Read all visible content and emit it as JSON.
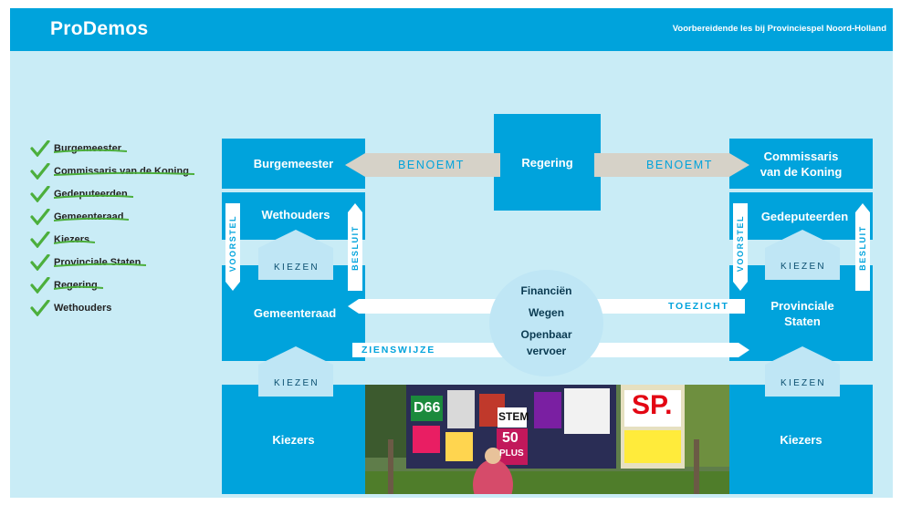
{
  "header": {
    "logo": "ProDemos",
    "subtitle": "Voorbereidende les bij Provinciespel Noord-Holland"
  },
  "checklist": [
    {
      "label": "Burgemeester",
      "checked": true,
      "struck": true
    },
    {
      "label": "Commissaris van de Koning",
      "checked": true,
      "struck": true
    },
    {
      "label": "Gedeputeerden",
      "checked": true,
      "struck": true
    },
    {
      "label": "Gemeenteraad",
      "checked": true,
      "struck": true
    },
    {
      "label": "Kiezers",
      "checked": true,
      "struck": true
    },
    {
      "label": "Provinciale Staten",
      "checked": true,
      "struck": true
    },
    {
      "label": "Regering",
      "checked": true,
      "struck": true
    },
    {
      "label": "Wethouders",
      "checked": true,
      "struck": false
    }
  ],
  "diagram": {
    "regering": "Regering",
    "benoemt": "BENOEMT",
    "kiezen": "KIEZEN",
    "voorstel": "VOORSTEL",
    "besluit": "BESLUIT",
    "toezicht": "TOEZICHT",
    "zienswijze": "ZIENSWIJZE",
    "gemeente": {
      "burgemeester": "Burgemeester",
      "wethouders": "Wethouders",
      "gemeenteraad": "Gemeenteraad",
      "kiezers": "Kiezers"
    },
    "provincie": {
      "commissaris_line1": "Commissaris",
      "commissaris_line2": "van de Koning",
      "gedeputeerden": "Gedeputeerden",
      "staten_line1": "Provinciale",
      "staten_line2": "Staten",
      "kiezers": "Kiezers"
    },
    "center": {
      "line1": "Financiën",
      "line2": "Wegen",
      "line3": "Openbaar",
      "line4": "vervoer"
    }
  },
  "photo": {
    "posters": [
      "D66",
      "STEM",
      "50",
      "PLUS",
      "SP."
    ]
  },
  "colors": {
    "brand_blue": "#00a3dc",
    "slide_bg": "#c9ecf6",
    "arrow_grey": "#d6d2c8",
    "check_green": "#4caf3c"
  }
}
